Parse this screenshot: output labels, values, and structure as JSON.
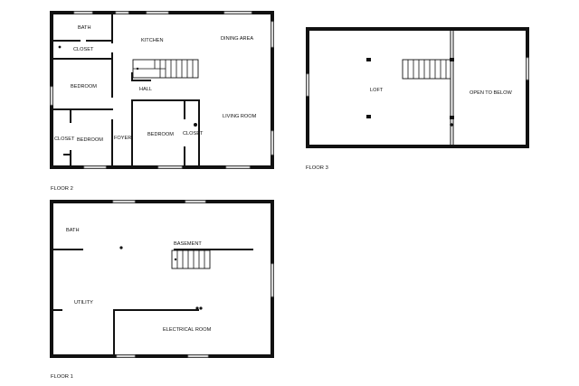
{
  "floors": {
    "floor2": {
      "title": "FLOOR 2",
      "rooms": {
        "bath": "BATH",
        "closet_top": "CLOSET",
        "kitchen": "KITCHEN",
        "dining": "DINING AREA",
        "bedroom_left": "BEDROOM",
        "hall": "HALL",
        "closet_left": "CLOSET",
        "bedroom_lower": "BEDROOM",
        "foyer": "FOYER",
        "bedroom_center": "BEDROOM",
        "closet_center": "CLOSET",
        "living": "LIVING ROOM"
      }
    },
    "floor3": {
      "title": "FLOOR 3",
      "rooms": {
        "loft": "LOFT",
        "open": "OPEN TO BELOW"
      }
    },
    "floor1": {
      "title": "FLOOR 1",
      "rooms": {
        "bath": "BATH",
        "basement": "BASEMENT",
        "utility": "UTILITY",
        "electrical": "ELECTRICAL ROOM"
      }
    }
  }
}
